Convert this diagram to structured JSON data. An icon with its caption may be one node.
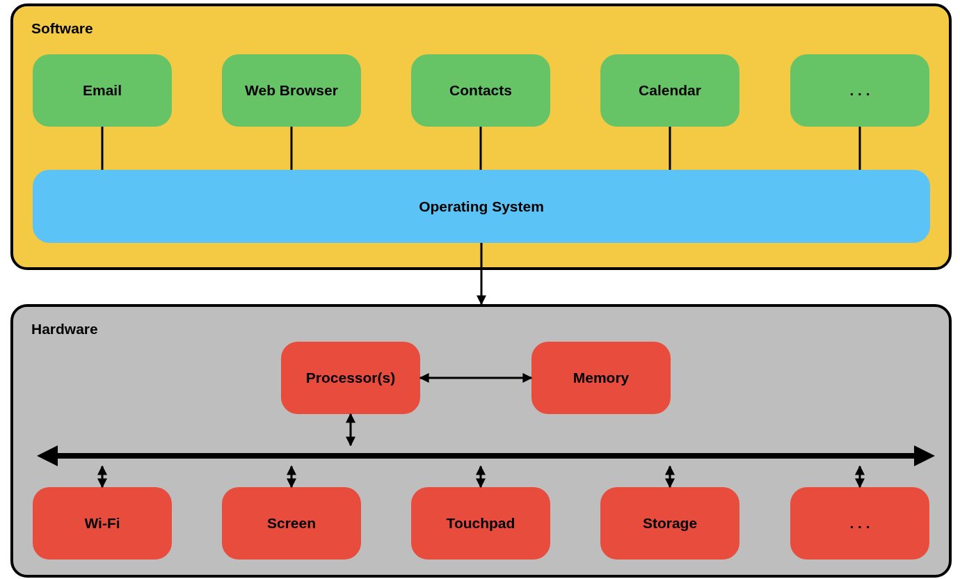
{
  "diagram": {
    "nodes": [
      {
        "text": [
          "Software"
        ]
      },
      {
        "text": [
          "Email"
        ],
        "in": 0
      },
      {
        "text": [
          "Web Browser"
        ],
        "in": 0
      },
      {
        "text": [
          "Contacts"
        ],
        "in": 0
      },
      {
        "text": [
          "Calendar"
        ],
        "in": 0
      },
      {
        "text": [
          ". . ."
        ],
        "in": 0
      },
      {
        "text": [
          "Operating System"
        ],
        "in": 0
      },
      {
        "text": [
          "Hardware"
        ]
      },
      {
        "text": [
          "Processor(s)"
        ],
        "in": 7
      },
      {
        "text": [
          "Memory"
        ],
        "in": 7
      },
      {
        "text": [],
        "shape": "bar",
        "in": 7
      },
      {
        "text": [
          "Wi-Fi"
        ],
        "in": 7
      },
      {
        "text": [
          "Screen"
        ],
        "in": 7
      },
      {
        "text": [
          "Touchpad"
        ],
        "in": 7
      },
      {
        "text": [
          "Storage"
        ],
        "in": 7
      },
      {
        "text": [
          ". . ."
        ],
        "in": 7
      }
    ],
    "edges": [
      {
        "from": 1,
        "to": 6,
        "arrow": "none"
      },
      {
        "from": 2,
        "to": 6,
        "arrow": "none"
      },
      {
        "from": 3,
        "to": 6,
        "arrow": "none"
      },
      {
        "from": 4,
        "to": 6,
        "arrow": "none"
      },
      {
        "from": 5,
        "to": 6,
        "arrow": "none"
      },
      {
        "from": 6,
        "to": 7,
        "arrow": "to"
      },
      {
        "from": 8,
        "to": 9,
        "arrow": "both"
      },
      {
        "from": 8,
        "to": 10,
        "arrow": "both"
      },
      {
        "from": 10,
        "to": 11,
        "arrow": "both"
      },
      {
        "from": 10,
        "to": 12,
        "arrow": "both"
      },
      {
        "from": 10,
        "to": 13,
        "arrow": "both"
      },
      {
        "from": 10,
        "to": 14,
        "arrow": "both"
      },
      {
        "from": 10,
        "to": 15,
        "arrow": "both"
      }
    ]
  }
}
